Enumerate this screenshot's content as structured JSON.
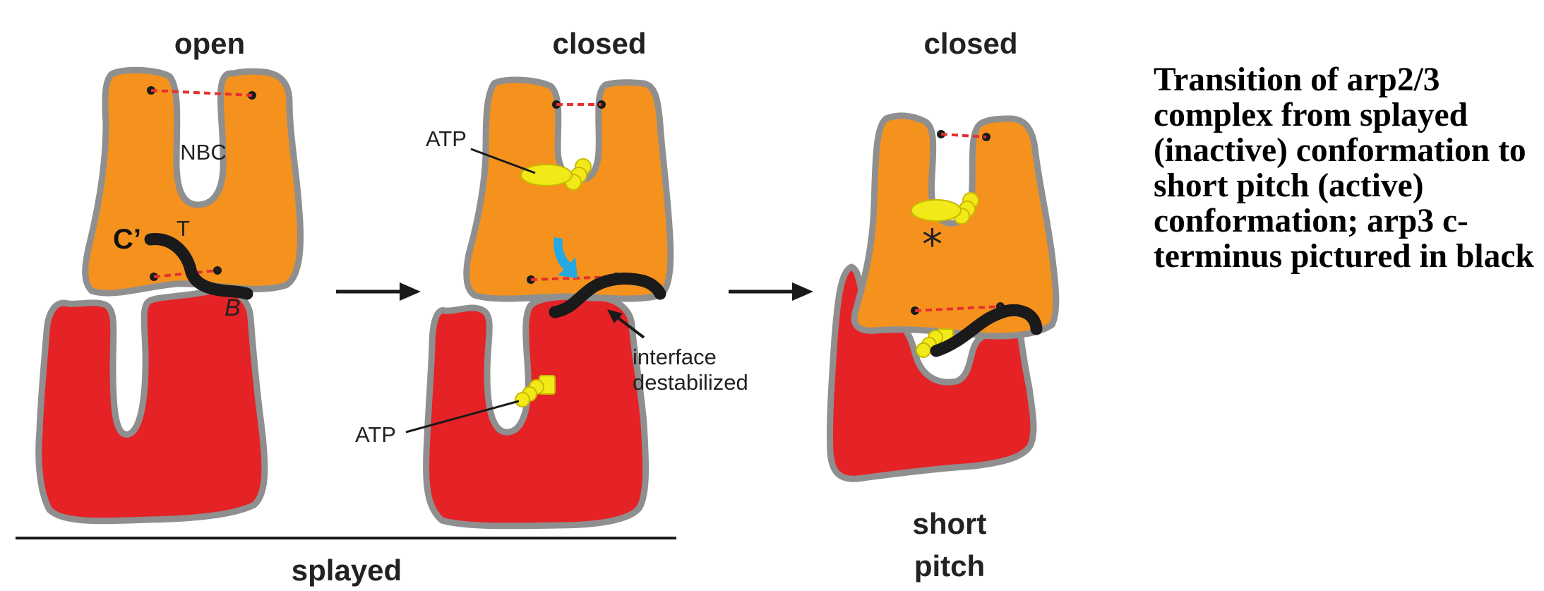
{
  "panels": {
    "open": {
      "header": "open",
      "pocket_label": "NBC",
      "c_terminus_label": "C’",
      "t_label": "T",
      "b_label": "B"
    },
    "closed_splayed": {
      "header": "closed",
      "atp_top_label": "ATP",
      "atp_bottom_label": "ATP",
      "interface_label_line1": "interface",
      "interface_label_line2": "destabilized"
    },
    "closed_short_pitch": {
      "header": "closed",
      "asterisk": "*",
      "bottom_label_line1": "short",
      "bottom_label_line2": "pitch"
    }
  },
  "bracket_label": "splayed",
  "caption": "Transition of arp2/3 complex from splayed (inactive) conformation to short pitch (active) conformation; arp3 c-terminus pictured in black",
  "colors": {
    "arp3_orange": "#f5921e",
    "arp2_red": "#e52226",
    "outline_gray": "#8f8f8f",
    "atp_yellow": "#f2ea18",
    "c_terminus_black": "#1a1a1a",
    "dashed_red": "#e53030",
    "arrow_cyan": "#25a9e0"
  },
  "icons": {
    "transition_arrow": "right-arrow-icon",
    "atp": "ellipse-with-coil-icon",
    "asterisk": "asterisk-icon"
  }
}
